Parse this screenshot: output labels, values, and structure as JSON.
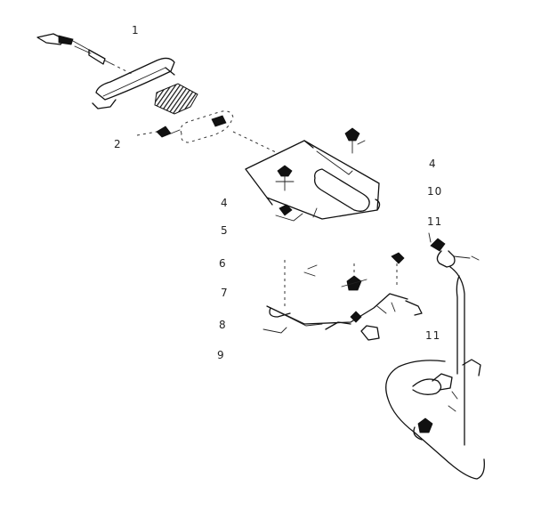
{
  "labels": {
    "l1": "1",
    "l2": "2",
    "l4a": "4",
    "l4b": "4",
    "l5": "5",
    "l6": "6",
    "l7": "7",
    "l8": "8",
    "l9": "9",
    "l10": "10",
    "l11a": "11",
    "l11b": "11"
  },
  "colors": {
    "ink": "#111111",
    "paper": "#ffffff"
  }
}
